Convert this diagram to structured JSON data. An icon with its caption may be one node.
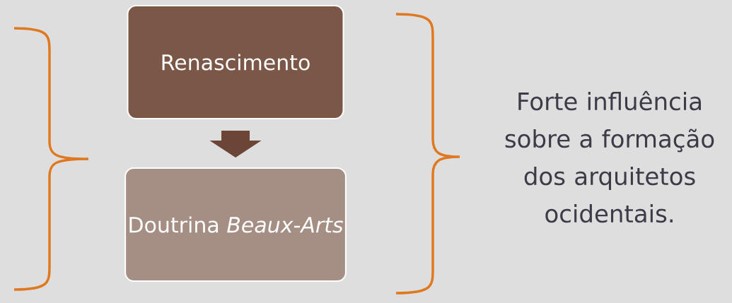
{
  "diagram": {
    "nodes": [
      {
        "text": [
          "Renascimento"
        ]
      },
      {
        "text": [
          "Doutrina *Beaux-Arts*"
        ]
      }
    ],
    "edges": [
      {
        "from": 0,
        "to": 1,
        "arrow": "to"
      }
    ],
    "labels": [
      "Forte influência sobre a formação dos arquitetos ocidentais."
    ]
  }
}
